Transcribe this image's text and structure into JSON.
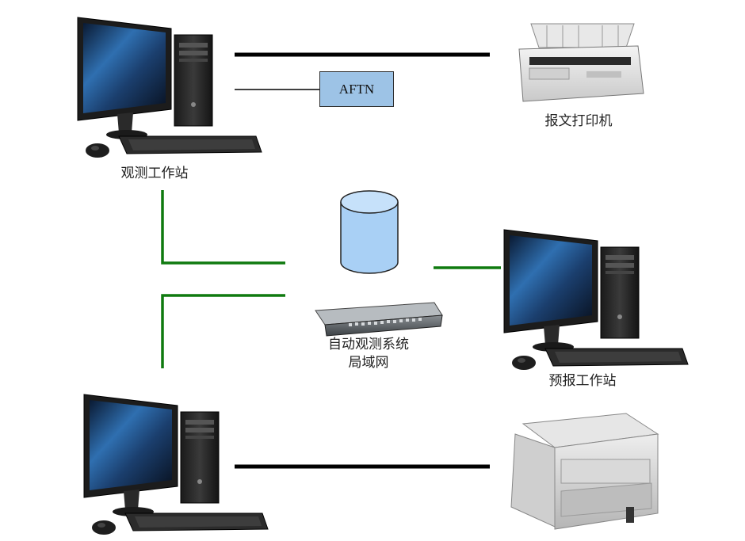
{
  "nodes": {
    "obs_station": {
      "label": "观测工作站",
      "icon": "desktop-computer-icon"
    },
    "forecast_station": {
      "label": "预报工作站",
      "icon": "desktop-computer-icon"
    },
    "bottom_station": {
      "label": "",
      "icon": "desktop-computer-icon"
    },
    "msg_printer": {
      "label": "报文打印机",
      "icon": "dot-matrix-printer-icon"
    },
    "laser_printer": {
      "label": "",
      "icon": "laser-printer-icon"
    },
    "aftn": {
      "label": "AFTN"
    },
    "database": {
      "label": "",
      "icon": "database-cylinder-icon"
    },
    "lan": {
      "label_line1": "自动观测系统",
      "label_line2": "局域网",
      "icon": "network-switch-icon"
    }
  },
  "colors": {
    "lan_link": "#0f7a0f",
    "serial_link": "#000000",
    "box_fill": "#9dc3e6",
    "db_fill": "#a9d0f5"
  }
}
